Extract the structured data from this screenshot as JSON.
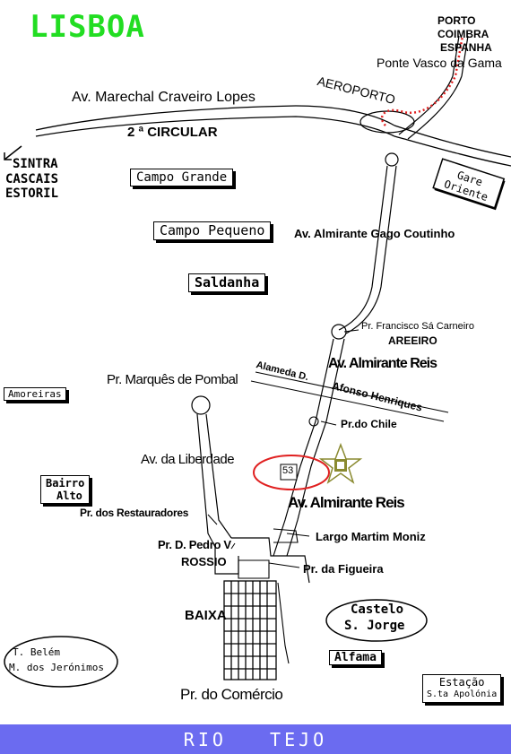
{
  "title": "LISBOA",
  "north_destinations": [
    "PORTO",
    "COIMBRA",
    "ESPANHA"
  ],
  "bridge": "Ponte Vasco da Gama",
  "airport": "AEROPORTO",
  "avenue_top": "Av. Marechal Craveiro Lopes",
  "ring_road": "2 ª CIRCULAR",
  "west_destinations": [
    "SINTRA",
    "CASCAIS",
    "ESTORIL"
  ],
  "gare_oriente": "Gare Oriente",
  "campo_grande": "Campo Grande",
  "campo_pequeno": "Campo Pequeno",
  "saldanha": "Saldanha",
  "gago_coutinho": "Av. Almirante Gago Coutinho",
  "pr_sa_carneiro": "Pr. Francisco Sá Carneiro",
  "areeiro": "AREEIRO",
  "almirante_reis_1": "Av. Almirante Reis",
  "alameda": "Alameda D.",
  "afonso": "Afonso Henriques",
  "amoreiras": "Amoreiras",
  "marques_pombal": "Pr. Marquês de Pombal",
  "pr_chile": "Pr.do Chile",
  "av_liberdade": "Av. da Liberdade",
  "marker_number": "53",
  "almirante_reis_2": "Av. Almirante Reis",
  "bairro_alto": [
    "Bairro",
    "Alto"
  ],
  "restauradores": "Pr. dos Restauradores",
  "martim_moniz": "Largo Martim Moniz",
  "pedro_v": "Pr. D. Pedro V",
  "rossio": "ROSSIO",
  "figueira": "Pr. da Figueira",
  "baixa": "BAIXA",
  "castelo": [
    "Castelo",
    "S. Jorge"
  ],
  "alfama": "Alfama",
  "belem": [
    "T. Belém",
    "M. dos Jerónimos"
  ],
  "comercio": "Pr. do Comércio",
  "estacao": [
    "Estação",
    "S.ta Apolónia"
  ],
  "river": "RIO   TEJO",
  "colors": {
    "title": "#22dd22",
    "river": "#6b6bf0",
    "highlight_ring": "#e02020",
    "bridge_route": "#e02020",
    "logo": "#8a8a30"
  }
}
